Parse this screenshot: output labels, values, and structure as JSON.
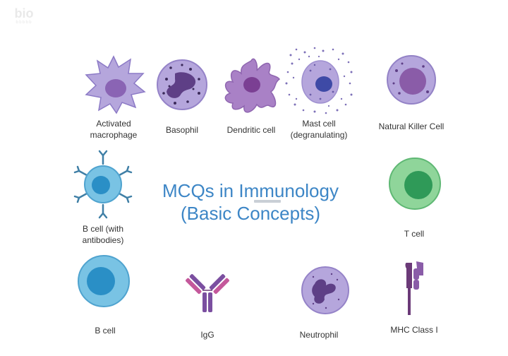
{
  "logo": {
    "text": "bio",
    "subtext": "bbbbb"
  },
  "title": {
    "line1": "MCQs in Immunology",
    "line2": "(Basic Concepts)"
  },
  "cells": {
    "activated_macrophage": "Activated\nmacrophage",
    "basophil": "Basophil",
    "dendritic_cell": "Dendritic cell",
    "mast_cell": "Mast cell\n(degranulating)",
    "nk_cell": "Natural Killer Cell",
    "b_cell_antibodies": "B cell (with\nantibodies)",
    "t_cell": "T cell",
    "b_cell": "B cell",
    "igg": "IgG",
    "neutrophil": "Neutrophil",
    "mhc_class_1": "MHC Class I"
  },
  "colors": {
    "purple_light": "#b5a6dc",
    "purple_mid": "#9d8cd1",
    "purple_dark": "#8a64b4",
    "navy_nucleus": "#3e4aa6",
    "blue_light": "#79c3e4",
    "blue_nucleus": "#2a8fc6",
    "green_light": "#8fd59a",
    "green_nucleus": "#2f9a58",
    "title_blue": "#3d86c6",
    "mhc_purple": "#6b3a78"
  }
}
